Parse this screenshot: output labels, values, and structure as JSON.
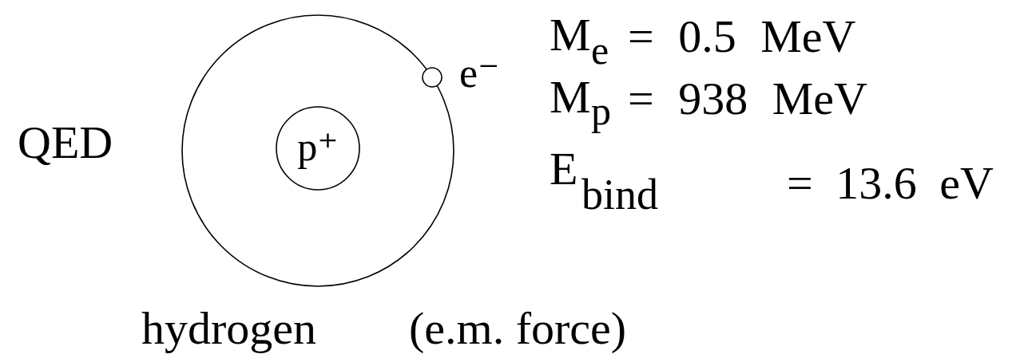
{
  "diagram": {
    "nodes": [
      {
        "text": [
          "p⁺"
        ]
      },
      {
        "text": [
          "e⁻"
        ]
      }
    ],
    "labels": [
      "QED",
      "M",
      "e",
      "= 0.5 MeV",
      "M",
      "p",
      "= 938 MeV",
      "E",
      "bind",
      "= 13.6 eV",
      "hydrogen",
      "(e.m. force)"
    ]
  }
}
